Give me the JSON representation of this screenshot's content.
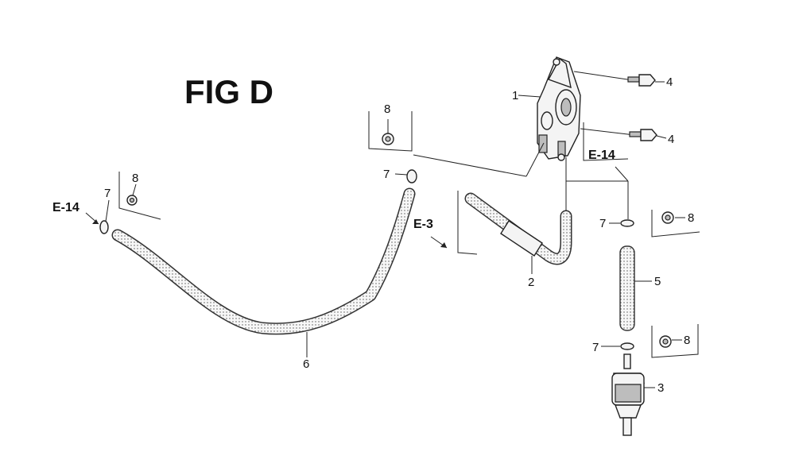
{
  "figure": {
    "title": "FIG D",
    "callouts": {
      "c1": "1",
      "c2": "2",
      "c3": "3",
      "c4a": "4",
      "c4b": "4",
      "c5": "5",
      "c6": "6",
      "c7a": "7",
      "c7b": "7",
      "c7c": "7",
      "c7d": "7",
      "c8a": "8",
      "c8b": "8",
      "c8c": "8",
      "c8d": "8"
    },
    "references": {
      "ref_left": "E-14",
      "ref_mid": "E-3",
      "ref_right": "E-14"
    }
  }
}
